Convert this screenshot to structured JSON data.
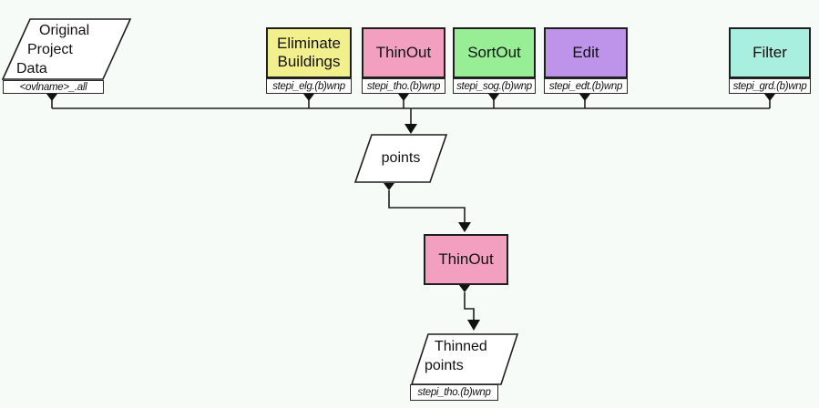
{
  "colors": {
    "background": "#F6FBF7",
    "process_eliminate_buildings": "#F2EF8D",
    "process_thinout": "#F3A0C0",
    "process_sortout": "#97EE95",
    "process_edit": "#BD94E9",
    "process_filter": "#A9EFE0",
    "thinout_step": "#F3A0C0"
  },
  "source": {
    "line1": "Original",
    "line2": "Project",
    "line3": "Data",
    "sublabel": "<ovlname>_.all"
  },
  "processes": [
    {
      "label": "Eliminate Buildings",
      "sublabel": "stepi_elg.(b)wnp"
    },
    {
      "label": "ThinOut",
      "sublabel": "stepi_tho.(b)wnp"
    },
    {
      "label": "SortOut",
      "sublabel": "stepi_sog.(b)wnp"
    },
    {
      "label": "Edit",
      "sublabel": "stepi_edt.(b)wnp"
    },
    {
      "label": "Filter",
      "sublabel": "stepi_grd.(b)wnp"
    }
  ],
  "points_node": {
    "label": "points"
  },
  "thinout_step": {
    "label": "ThinOut"
  },
  "output": {
    "line1": "Thinned",
    "line2": "points",
    "sublabel": "stepi_tho.(b)wnp"
  }
}
